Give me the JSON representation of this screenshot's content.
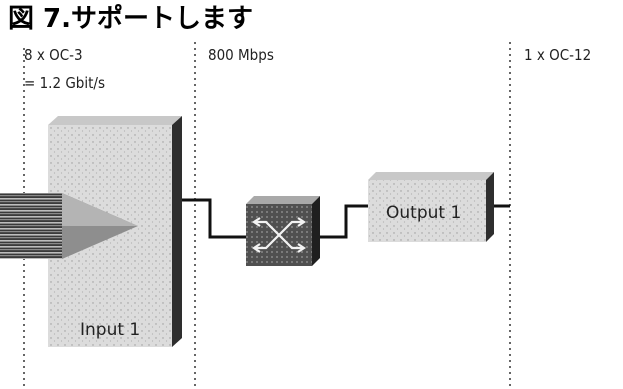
{
  "title": "図 7.サポートします",
  "labels": {
    "input_rate_line1": "8 x OC-3",
    "input_rate_line2": "= 1.2 Gbit/s",
    "switch_rate": "800 Mbps",
    "output_rate": "1 x OC-12"
  },
  "blocks": {
    "input": "Input 1",
    "output": "Output 1"
  }
}
